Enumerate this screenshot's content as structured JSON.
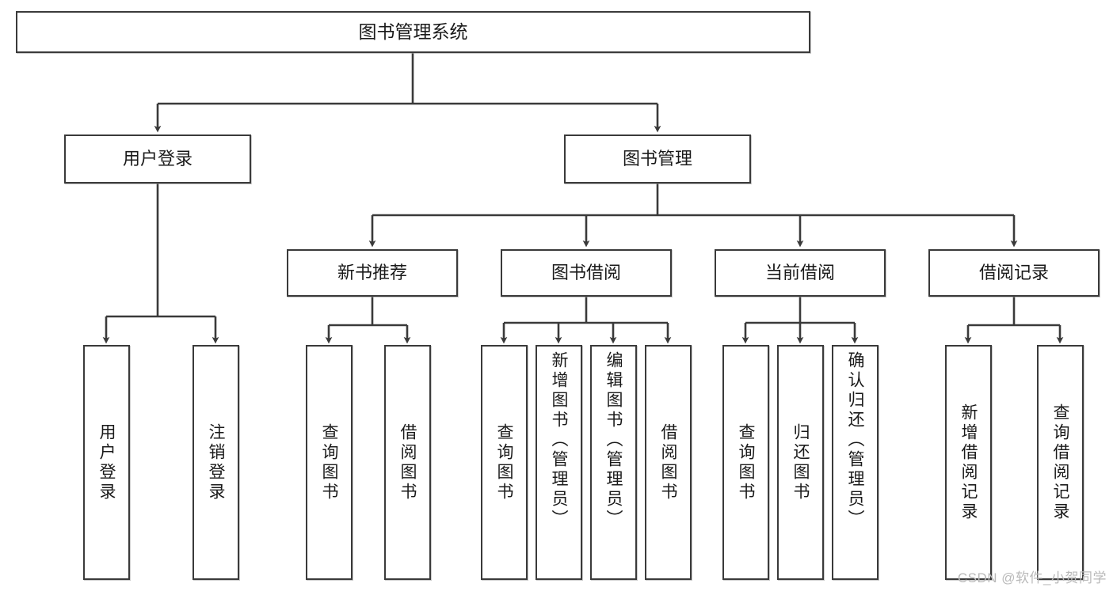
{
  "diagram": {
    "type": "tree",
    "title": "图书管理系统",
    "watermark": "CSDN @软件_小贺同学",
    "colors": {
      "background": "#ffffff",
      "node_border": "#3a3a3a",
      "node_fill": "#ffffff",
      "edge": "#3a3a3a",
      "text": "#1a1a1a",
      "watermark": "#b9b9b9"
    },
    "levels": {
      "root": {
        "id": "root",
        "label": "图书管理系统",
        "orientation": "horizontal"
      },
      "level2": [
        {
          "id": "user-login",
          "label": "用户登录",
          "orientation": "horizontal"
        },
        {
          "id": "book-manage",
          "label": "图书管理",
          "orientation": "horizontal"
        }
      ],
      "level3": [
        {
          "id": "new-book-recommend",
          "label": "新书推荐",
          "orientation": "horizontal",
          "parent": "book-manage"
        },
        {
          "id": "book-borrow",
          "label": "图书借阅",
          "orientation": "horizontal",
          "parent": "book-manage"
        },
        {
          "id": "current-borrow",
          "label": "当前借阅",
          "orientation": "horizontal",
          "parent": "book-manage"
        },
        {
          "id": "borrow-record",
          "label": "借阅记录",
          "orientation": "horizontal",
          "parent": "book-manage"
        }
      ],
      "leaves": [
        {
          "id": "leaf-user-login",
          "label": "用户登录",
          "orientation": "vertical",
          "parent": "user-login"
        },
        {
          "id": "leaf-user-logout",
          "label": "注销登录",
          "orientation": "vertical",
          "parent": "user-login"
        },
        {
          "id": "leaf-query-book-1",
          "label": "查询图书",
          "orientation": "vertical",
          "parent": "new-book-recommend"
        },
        {
          "id": "leaf-borrow-book-1",
          "label": "借阅图书",
          "orientation": "vertical",
          "parent": "new-book-recommend"
        },
        {
          "id": "leaf-query-book-2",
          "label": "查询图书",
          "orientation": "vertical",
          "parent": "book-borrow"
        },
        {
          "id": "leaf-add-book",
          "label": "新增图书（管理员）",
          "orientation": "vertical",
          "parent": "book-borrow"
        },
        {
          "id": "leaf-edit-book",
          "label": "编辑图书（管理员）",
          "orientation": "vertical",
          "parent": "book-borrow"
        },
        {
          "id": "leaf-borrow-book-2",
          "label": "借阅图书",
          "orientation": "vertical",
          "parent": "book-borrow"
        },
        {
          "id": "leaf-query-book-3",
          "label": "查询图书",
          "orientation": "vertical",
          "parent": "current-borrow"
        },
        {
          "id": "leaf-return-book",
          "label": "归还图书",
          "orientation": "vertical",
          "parent": "current-borrow"
        },
        {
          "id": "leaf-confirm-return",
          "label": "确认归还（管理员）",
          "orientation": "vertical",
          "parent": "current-borrow"
        },
        {
          "id": "leaf-add-record",
          "label": "新增借阅记录",
          "orientation": "vertical",
          "parent": "borrow-record"
        },
        {
          "id": "leaf-query-record",
          "label": "查询借阅记录",
          "orientation": "vertical",
          "parent": "borrow-record"
        }
      ]
    }
  }
}
